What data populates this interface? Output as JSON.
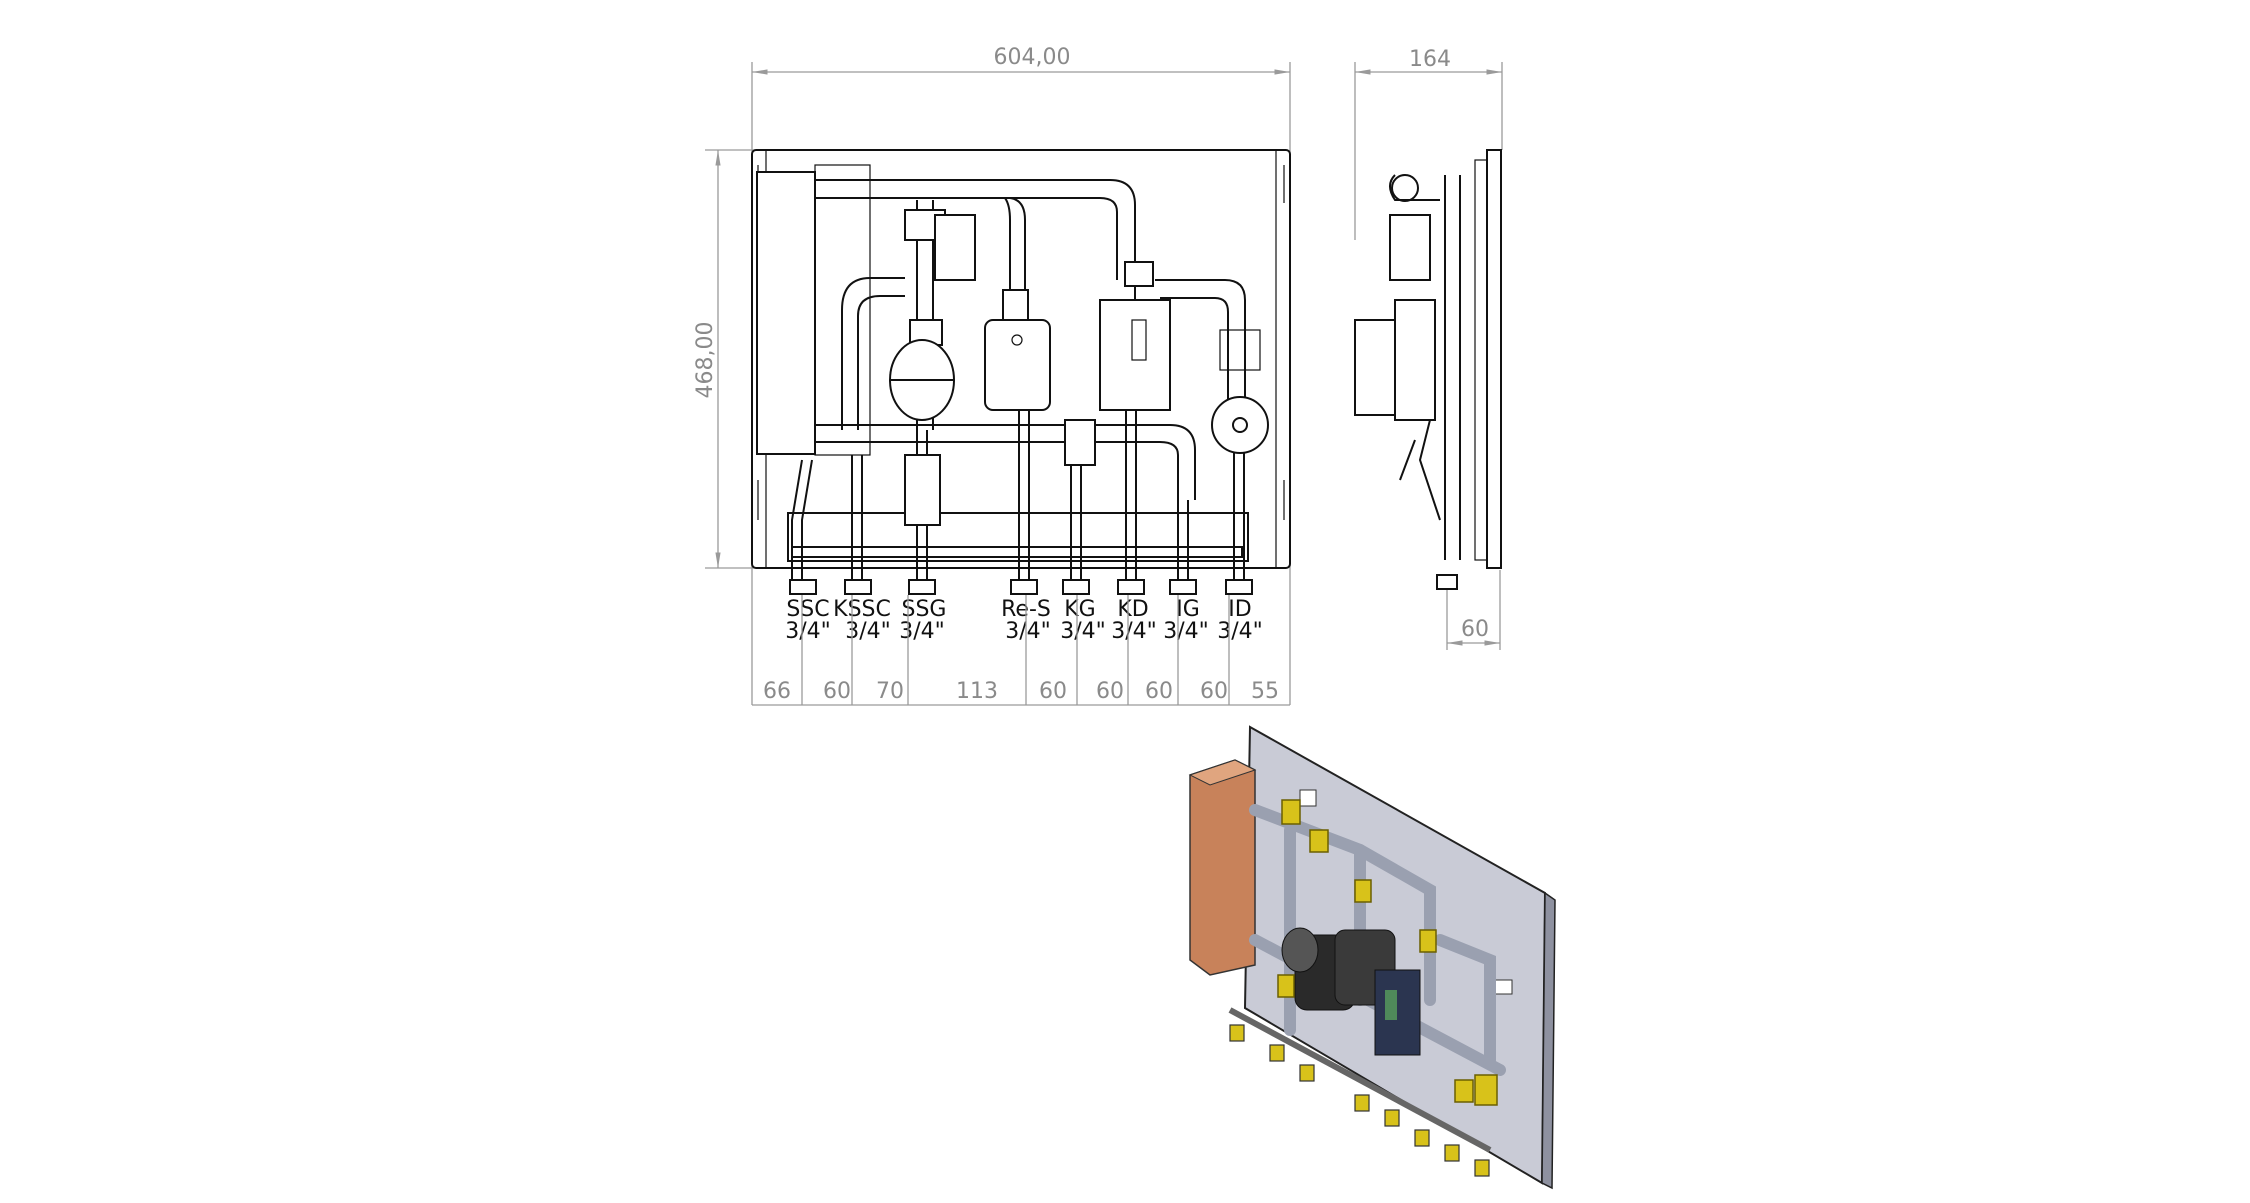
{
  "drawing": {
    "front_view": {
      "width_dimension": "604,00",
      "height_dimension": "468,00",
      "connections": [
        {
          "name": "SSC",
          "size": "3/4\""
        },
        {
          "name": "KSSC",
          "size": "3/4\""
        },
        {
          "name": "SSG",
          "size": "3/4\""
        },
        {
          "name": "Re-S",
          "size": "3/4\""
        },
        {
          "name": "KG",
          "size": "3/4\""
        },
        {
          "name": "KD",
          "size": "3/4\""
        },
        {
          "name": "IG",
          "size": "3/4\""
        },
        {
          "name": "ID",
          "size": "3/4\""
        }
      ],
      "spacing_dimensions": [
        "66",
        "60",
        "70",
        "113",
        "60",
        "60",
        "60",
        "60",
        "55"
      ]
    },
    "side_view": {
      "depth_dimension": "164",
      "offset_dimension": "60"
    },
    "colors": {
      "line": "#111111",
      "dimension": "#9a9a9a",
      "copper": "#c8825a",
      "brass": "#d8c21a",
      "panel": "#c9cbd6"
    }
  }
}
